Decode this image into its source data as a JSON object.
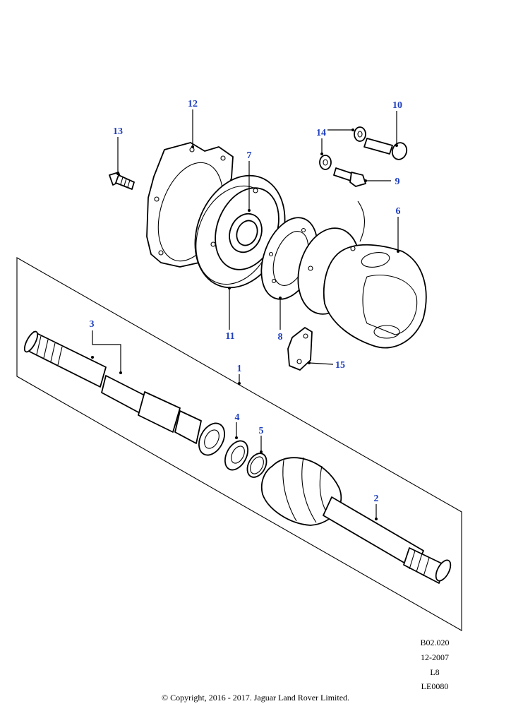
{
  "diagram": {
    "callout_color": "#1f3fbf",
    "callouts": [
      "1",
      "2",
      "3",
      "4",
      "5",
      "6",
      "7",
      "8",
      "9",
      "10",
      "11",
      "12",
      "13",
      "14",
      "15"
    ],
    "reference": {
      "code": "B02.020",
      "date": "12-2007",
      "model": "L8",
      "drawing": "LE0080"
    }
  },
  "footer": {
    "copyright": "© Copyright, 2016 - 2017. Jaguar Land Rover Limited."
  }
}
